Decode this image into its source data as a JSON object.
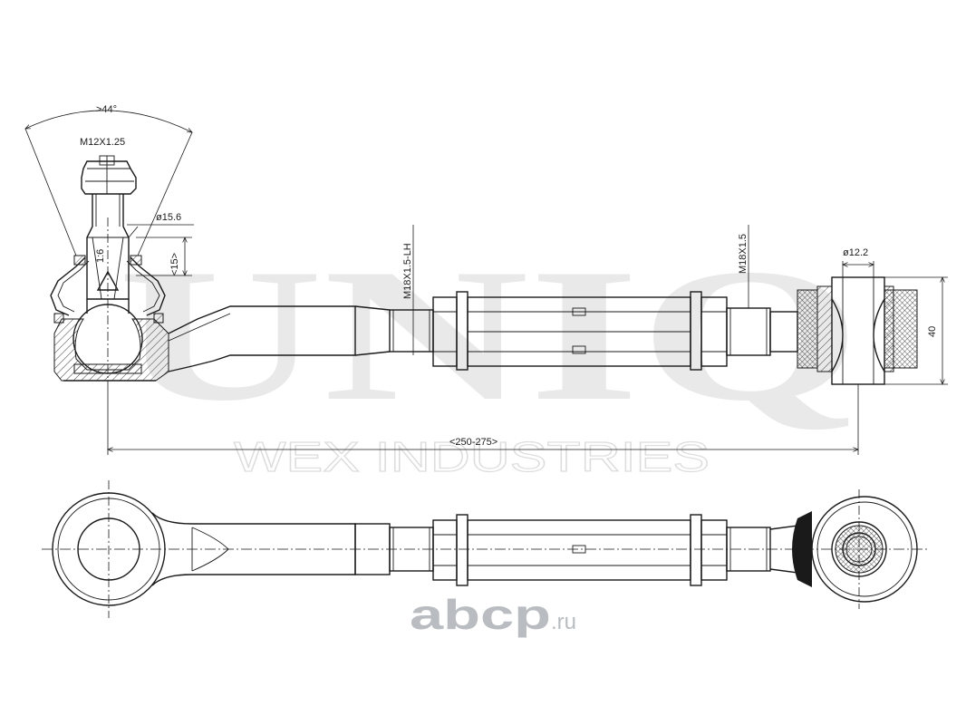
{
  "watermark": {
    "brand": "UNIQ",
    "company": "WEX INDUSTRIES"
  },
  "dimensions": {
    "angle": ">44°",
    "thread_stud": "M12X1.25",
    "diameter_ball": "ø15.6",
    "length_stud": "<15>",
    "taper": "1:6",
    "thread_left": "M18X1.5-LH",
    "thread_right": "M18X1.5",
    "diameter_bushing": "ø12.2",
    "bushing_width": "40",
    "overall_length": "<250-275>"
  },
  "site_logo": {
    "name": "abcp",
    "suffix": ".ru",
    "color": "#b9bcc0"
  }
}
